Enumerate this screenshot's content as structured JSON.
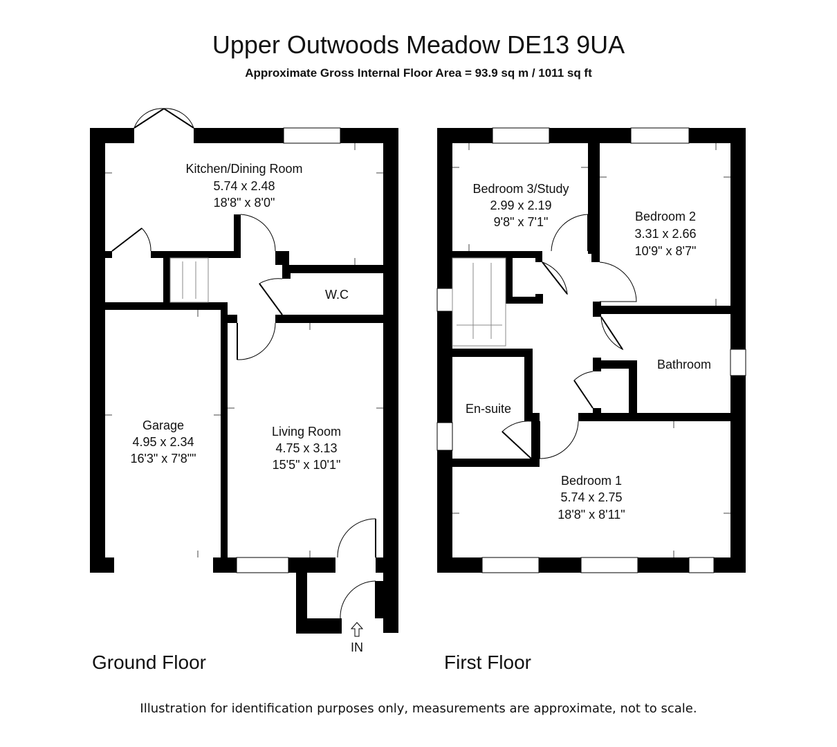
{
  "header": {
    "title": "Upper Outwoods Meadow DE13 9UA",
    "subtitle": "Approximate Gross Internal Floor Area = 93.9 sq m / 1011 sq ft"
  },
  "floors": {
    "ground": {
      "label": "Ground Floor",
      "rooms": {
        "kitchen": {
          "name": "Kitchen/Dining Room",
          "metric": "5.74 x 2.48",
          "imperial": "18'8\" x 8'0\""
        },
        "wc": {
          "name": "W.C"
        },
        "garage": {
          "name": "Garage",
          "metric": "4.95 x 2.34",
          "imperial": "16'3\" x 7'8\"\""
        },
        "living": {
          "name": "Living Room",
          "metric": "4.75 x 3.13",
          "imperial": "15'5\" x 10'1\""
        }
      },
      "entrance": "IN"
    },
    "first": {
      "label": "First Floor",
      "rooms": {
        "bedroom3": {
          "name": "Bedroom 3/Study",
          "metric": "2.99 x 2.19",
          "imperial": "9'8\" x 7'1\""
        },
        "bedroom2": {
          "name": "Bedroom 2",
          "metric": "3.31 x 2.66",
          "imperial": "10'9\" x 8'7\""
        },
        "bathroom": {
          "name": "Bathroom"
        },
        "ensuite": {
          "name": "En-suite"
        },
        "bedroom1": {
          "name": "Bedroom 1",
          "metric": "5.74 x 2.75",
          "imperial": "18'8\" x 8'11\""
        }
      }
    }
  },
  "footer": {
    "disclaimer": "Illustration for identification purposes only, measurements are approximate, not to scale."
  }
}
